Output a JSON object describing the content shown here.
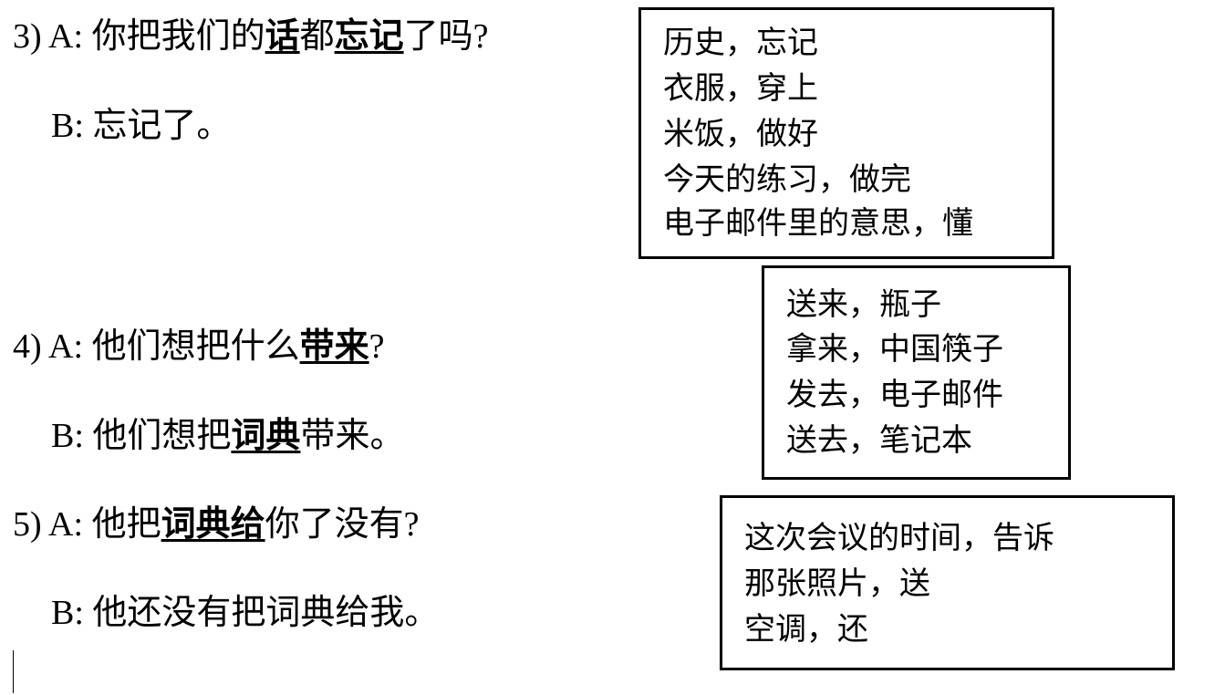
{
  "dialogues": [
    {
      "label": "3) A: ",
      "segments": [
        {
          "t": "你把我们的"
        },
        {
          "t": "话",
          "em": true
        },
        {
          "t": "都"
        },
        {
          "t": "忘记",
          "em": true
        },
        {
          "t": "了吗?"
        }
      ]
    },
    {
      "label": "B: ",
      "segments": [
        {
          "t": "忘记了。"
        }
      ]
    },
    {
      "label": "4) A: ",
      "segments": [
        {
          "t": "他们想把什么"
        },
        {
          "t": "带来",
          "em": true
        },
        {
          "t": "?"
        }
      ]
    },
    {
      "label": "B: ",
      "segments": [
        {
          "t": "他们想把"
        },
        {
          "t": "词典",
          "em": true
        },
        {
          "t": "带来。"
        }
      ]
    },
    {
      "label": "5) A: ",
      "segments": [
        {
          "t": "他把"
        },
        {
          "t": "词典给",
          "em": true
        },
        {
          "t": "你了没有?"
        }
      ]
    },
    {
      "label": "B: ",
      "segments": [
        {
          "t": "他还没有把词典给我。"
        }
      ]
    }
  ],
  "boxes": [
    {
      "items": [
        "历史，忘记",
        "衣服，穿上",
        "米饭，做好",
        "今天的练习，做完",
        "电子邮件里的意思，懂"
      ]
    },
    {
      "items": [
        "送来，瓶子",
        "拿来，中国筷子",
        "发去，电子邮件",
        "送去，笔记本"
      ]
    },
    {
      "items": [
        "这次会议的时间，告诉",
        "那张照片，送",
        "空调，还"
      ]
    }
  ]
}
